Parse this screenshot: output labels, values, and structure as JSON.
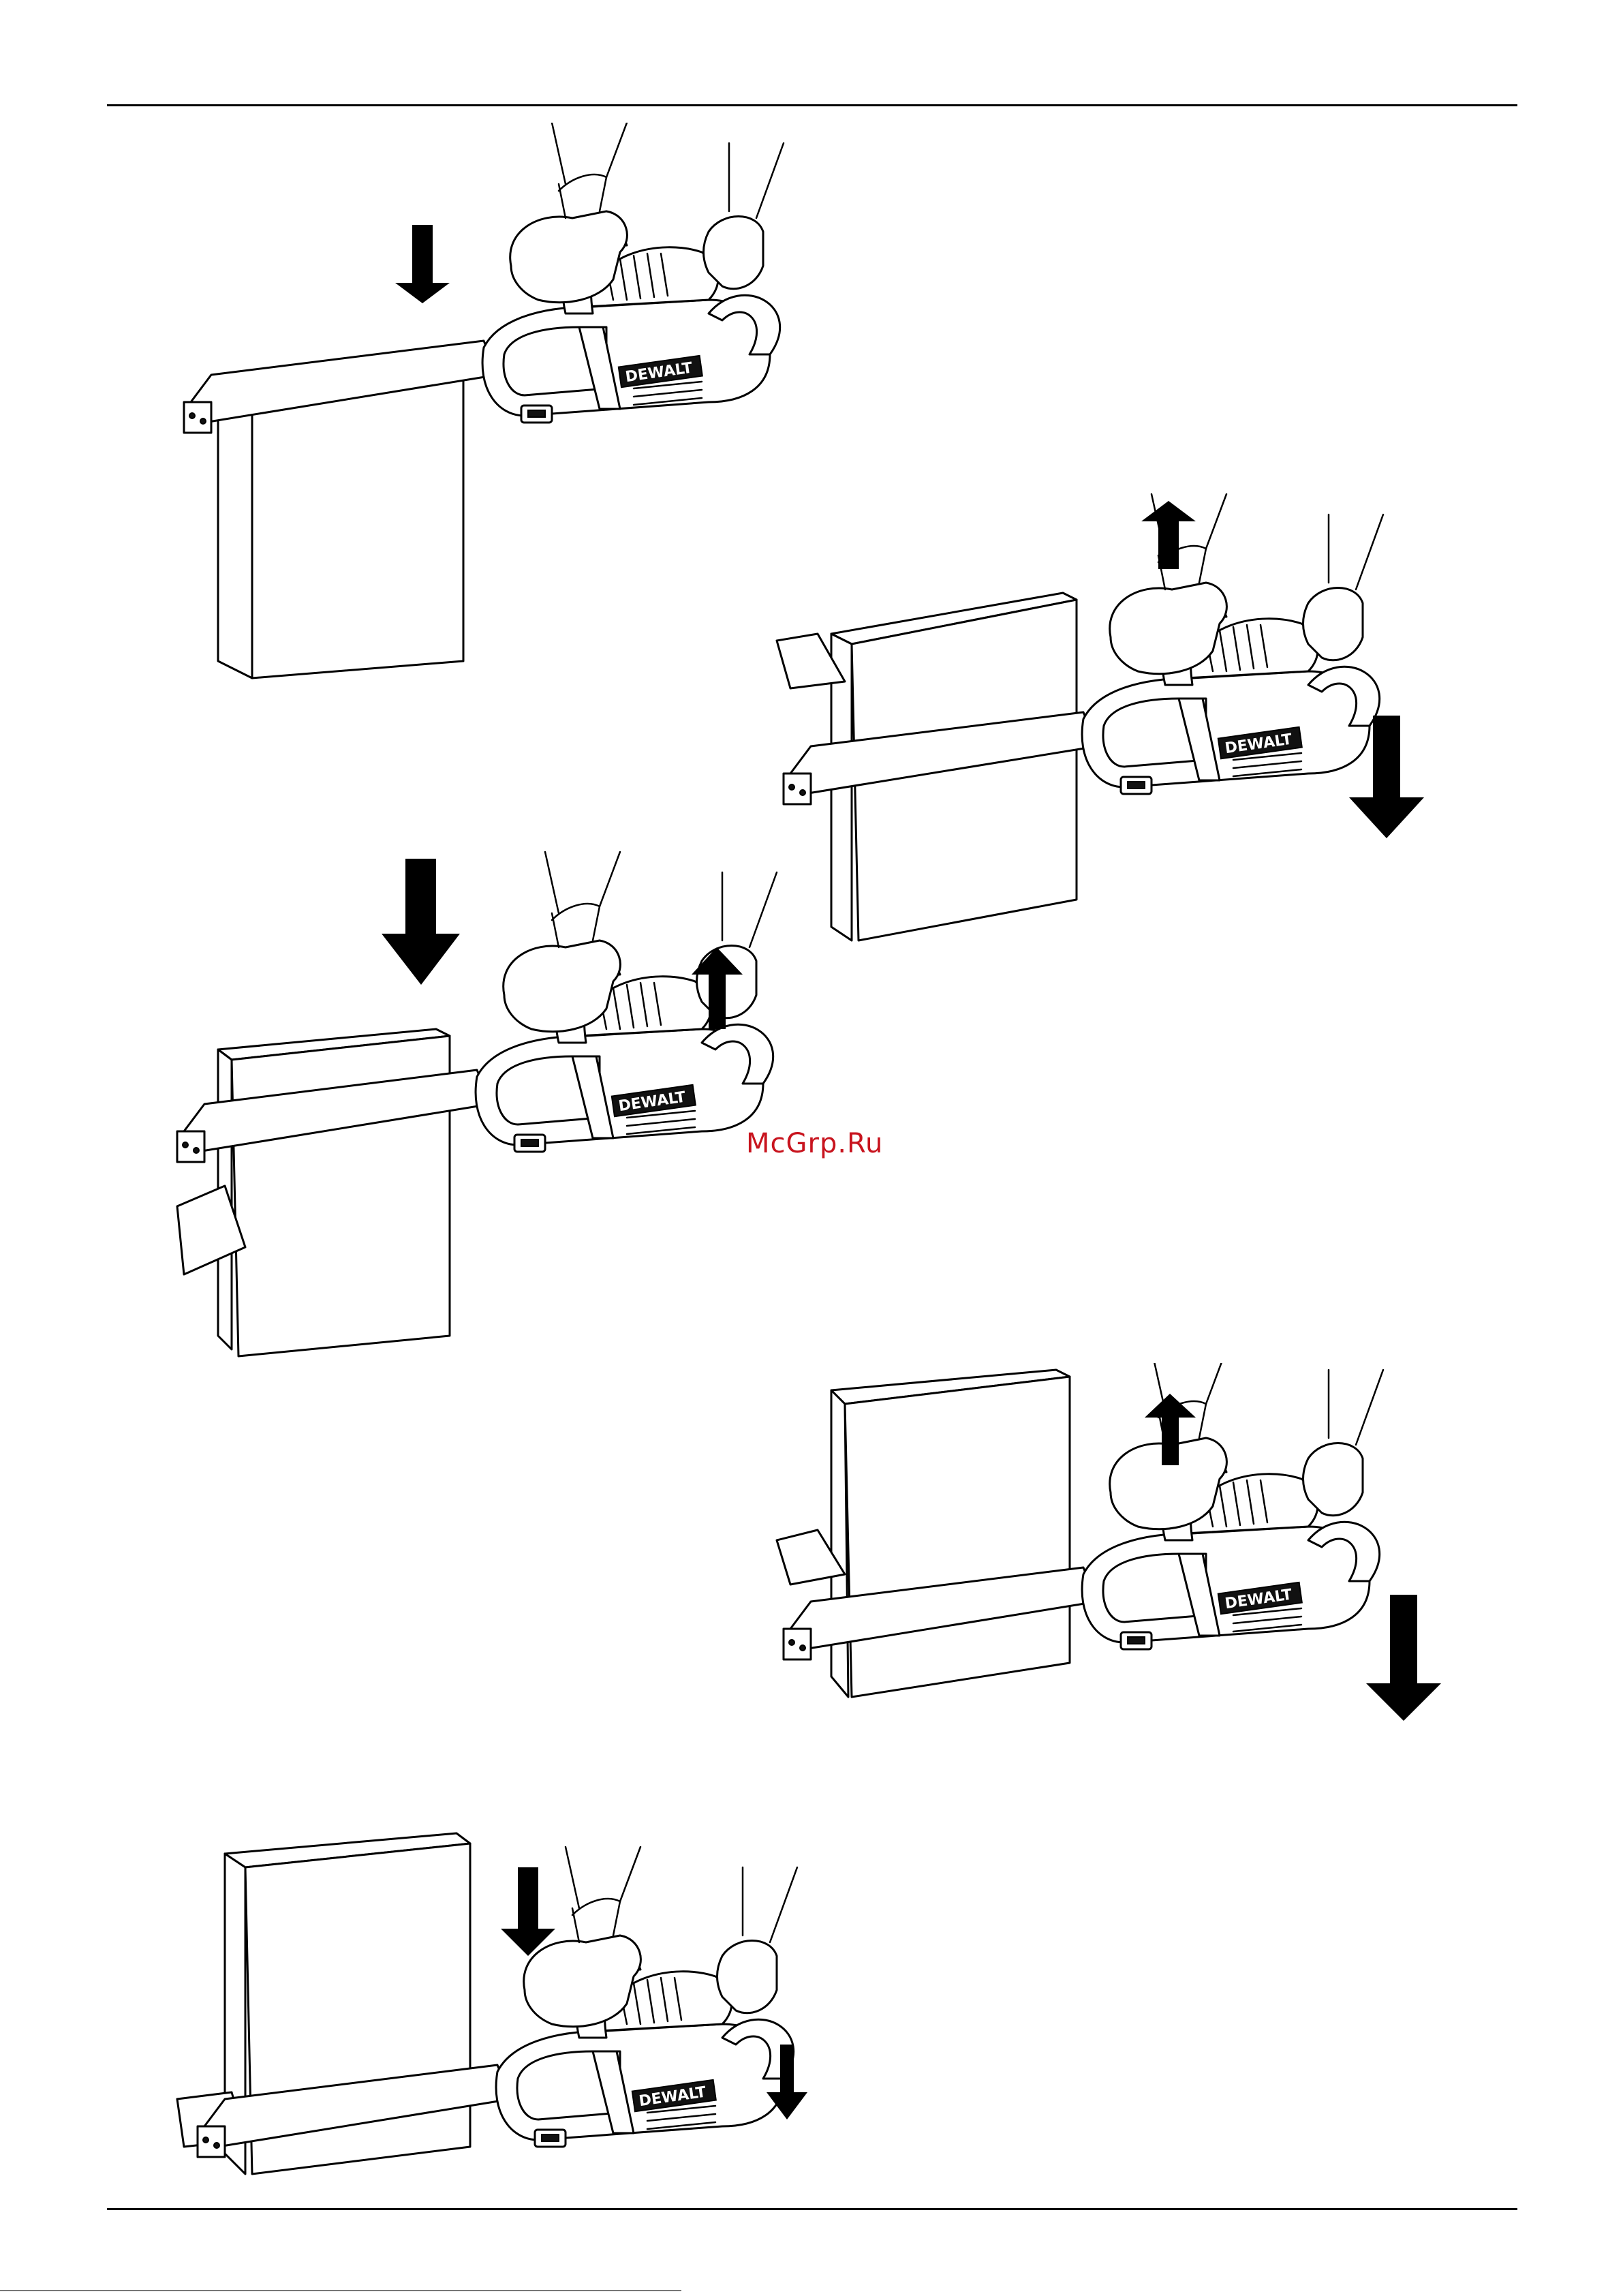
{
  "page": {
    "watermark": "McGrp.Ru",
    "brand_logo": "DEWALT"
  },
  "figures": [
    {
      "name": "figure-top-cut",
      "arrows": [
        "down"
      ]
    },
    {
      "name": "figure-underside-cut",
      "arrows": [
        "up",
        "down"
      ]
    },
    {
      "name": "figure-angled-cut",
      "arrows": [
        "down",
        "up"
      ]
    },
    {
      "name": "figure-side-cut",
      "arrows": [
        "up",
        "down"
      ]
    },
    {
      "name": "figure-bottom-cut",
      "arrows": [
        "down",
        "down"
      ]
    }
  ]
}
